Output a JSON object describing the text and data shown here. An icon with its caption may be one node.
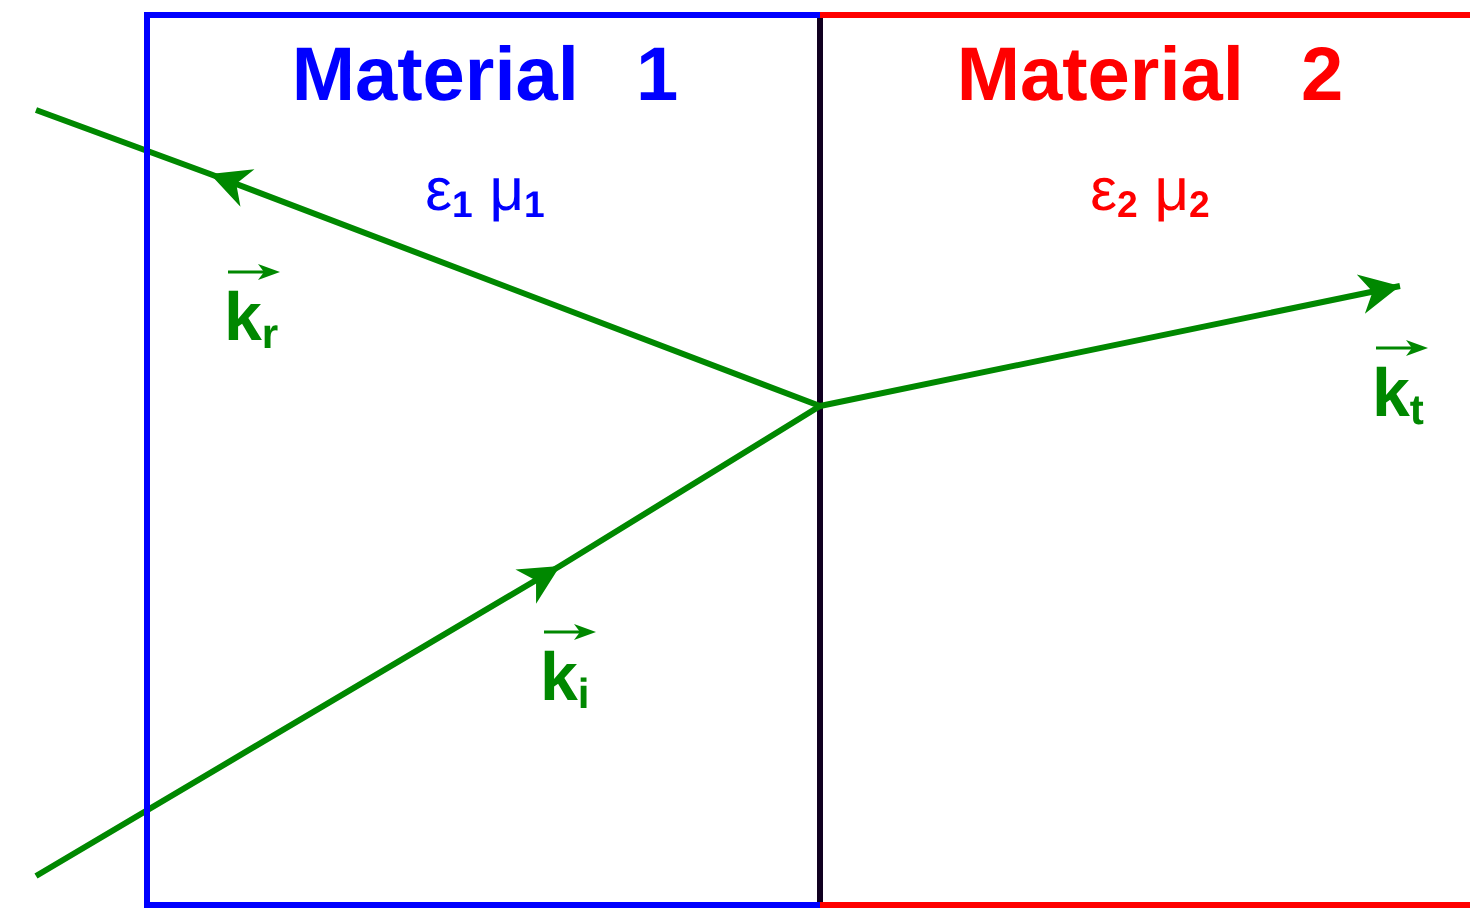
{
  "diagram": {
    "nodes": [
      {
        "text": [
          "Material 1",
          "ε$_{1}$ μ$_{1}$"
        ]
      },
      {
        "text": [
          "Material 2",
          "ε$_{2}$ μ$_{2}$"
        ]
      }
    ],
    "labels": [
      "k$_{r}$",
      "k$_{i}$",
      "k$_{t}$"
    ]
  }
}
